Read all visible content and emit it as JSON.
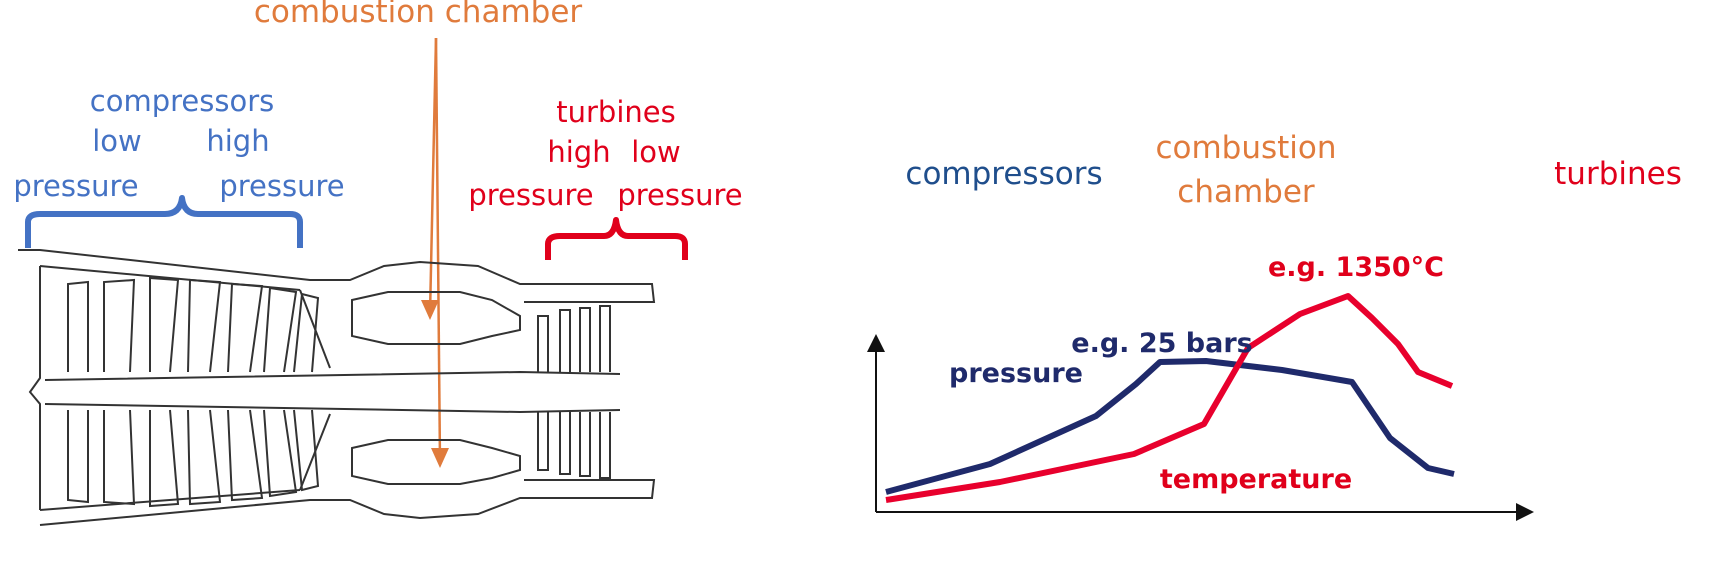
{
  "colors": {
    "blue": "#4472c4",
    "red": "#e0001b",
    "orange": "#e07b3c",
    "navy": "#1f2a6b",
    "line": "#333333"
  },
  "engine": {
    "combustion_label": "combustion chamber",
    "compressors": {
      "title": "compressors",
      "low": "low",
      "high": "high",
      "pressure_low": "pressure",
      "pressure_high": "pressure"
    },
    "turbines": {
      "title": "turbines",
      "high": "high",
      "low": "low",
      "pressure_high": "pressure",
      "pressure_low": "pressure"
    }
  },
  "graph": {
    "section_compressors": "compressors",
    "section_combustion_1": "combustion",
    "section_combustion_2": "chamber",
    "section_turbines": "turbines",
    "pressure_label": "pressure",
    "pressure_peak_label": "e.g. 25 bars",
    "temperature_label": "temperature",
    "temperature_peak_label": "e.g. 1350°C"
  }
}
